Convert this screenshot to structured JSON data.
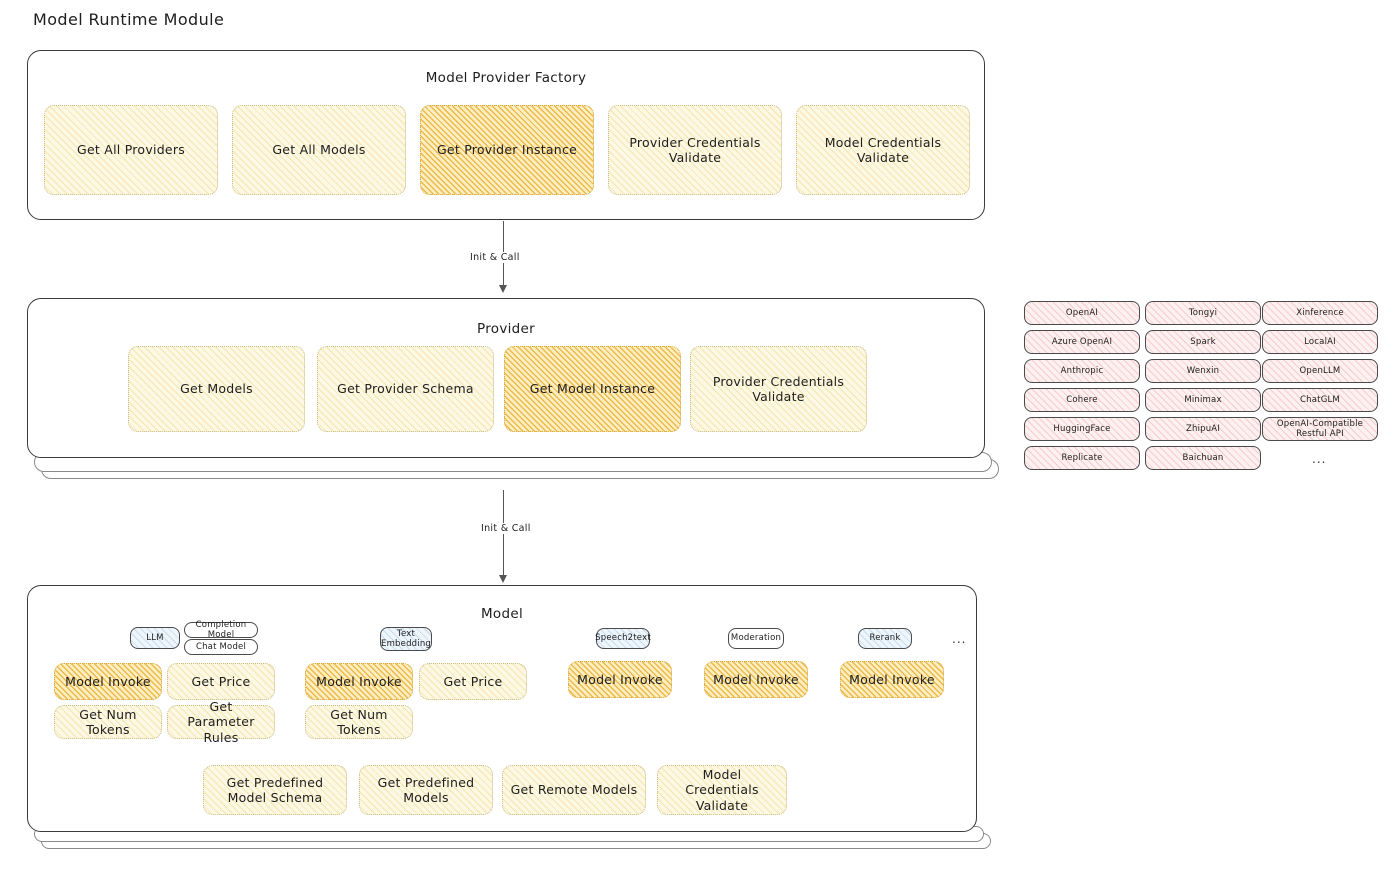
{
  "page": {
    "title": "Model Runtime Module"
  },
  "factory": {
    "title": "Model Provider Factory",
    "boxes": [
      {
        "label": "Get All Providers",
        "highlight": false
      },
      {
        "label": "Get All Models",
        "highlight": false
      },
      {
        "label": "Get Provider Instance",
        "highlight": true
      },
      {
        "label": "Provider Credentials Validate",
        "highlight": false
      },
      {
        "label": "Model Credentials Validate",
        "highlight": false
      }
    ]
  },
  "arrows": [
    {
      "label": "Init & Call"
    },
    {
      "label": "Init & Call"
    }
  ],
  "provider": {
    "title": "Provider",
    "boxes": [
      {
        "label": "Get Models",
        "highlight": false
      },
      {
        "label": "Get Provider Schema",
        "highlight": false
      },
      {
        "label": "Get Model Instance",
        "highlight": true
      },
      {
        "label": "Provider Credentials Validate",
        "highlight": false
      }
    ]
  },
  "provider_list": {
    "columns": [
      [
        "OpenAI",
        "Azure OpenAI",
        "Anthropic",
        "Cohere",
        "HuggingFace",
        "Replicate"
      ],
      [
        "Tongyi",
        "Spark",
        "Wenxin",
        "Minimax",
        "ZhipuAI",
        "Baichuan"
      ],
      [
        "Xinference",
        "LocalAI",
        "OpenLLM",
        "ChatGLM",
        "OpenAI-Compatible Restful API"
      ]
    ],
    "more": "..."
  },
  "model": {
    "title": "Model",
    "more": "...",
    "types": [
      {
        "badge": "LLM",
        "badge_style": "blue",
        "sub_badges": [
          "Completion Model",
          "Chat Model"
        ],
        "ops": [
          {
            "label": "Model Invoke",
            "highlight": true
          },
          {
            "label": "Get Price",
            "highlight": false
          },
          {
            "label": "Get Num Tokens",
            "highlight": false
          },
          {
            "label": "Get Parameter Rules",
            "highlight": false
          }
        ]
      },
      {
        "badge": "Text Embedding",
        "badge_style": "blue",
        "sub_badges": [],
        "ops": [
          {
            "label": "Model Invoke",
            "highlight": true
          },
          {
            "label": "Get Price",
            "highlight": false
          },
          {
            "label": "Get Num Tokens",
            "highlight": false
          }
        ]
      },
      {
        "badge": "Speech2text",
        "badge_style": "blue",
        "sub_badges": [],
        "ops": [
          {
            "label": "Model Invoke",
            "highlight": true
          }
        ]
      },
      {
        "badge": "Moderation",
        "badge_style": "white",
        "sub_badges": [],
        "ops": [
          {
            "label": "Model Invoke",
            "highlight": true
          }
        ]
      },
      {
        "badge": "Rerank",
        "badge_style": "blue",
        "sub_badges": [],
        "ops": [
          {
            "label": "Model Invoke",
            "highlight": true
          }
        ]
      }
    ],
    "common_ops": [
      "Get Predefined Model Schema",
      "Get Predefined Models",
      "Get Remote Models",
      "Model Credentials Validate"
    ]
  }
}
